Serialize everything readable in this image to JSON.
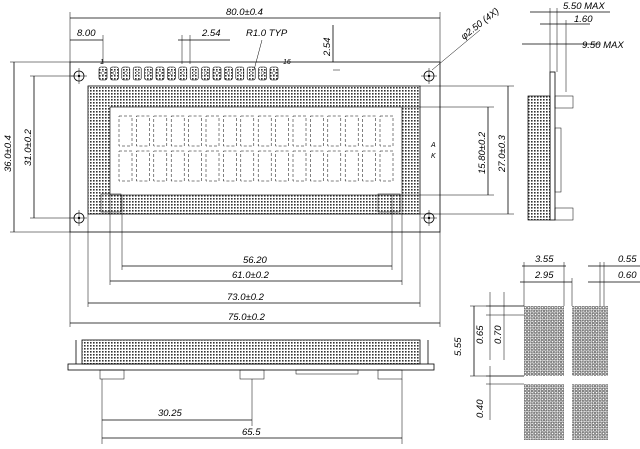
{
  "dimensions": {
    "width_80": "80.0±0.4",
    "pitch_8": "8.00",
    "pitch_254": "2.54",
    "radius": "R1.0 TYP",
    "hole_dia": "φ2.50 (4X)",
    "vert_254": "2.54",
    "height_36": "36.0±0.4",
    "height_31": "31.0±0.2",
    "height_158": "15.80±0.2",
    "height_27": "27.0±0.3",
    "width_562": "56.20",
    "width_61": "61.0±0.2",
    "width_73": "73.0±0.2",
    "width_75": "75.0±0.2",
    "bottom_3025": "30.25",
    "bottom_655": "65.5"
  },
  "side_view": {
    "max_550": "5.50 MAX",
    "d_160": "1.60",
    "max_950": "9.50 MAX"
  },
  "char_detail": {
    "w_355": "3.55",
    "w_295": "2.95",
    "w_055": "0.55",
    "w_060": "0.60",
    "h_555": "5.55",
    "h_065": "0.65",
    "h_070": "0.70",
    "h_040": "0.40"
  },
  "pins": {
    "first": "1",
    "last": "16",
    "anode": "A",
    "cathode": "K"
  }
}
